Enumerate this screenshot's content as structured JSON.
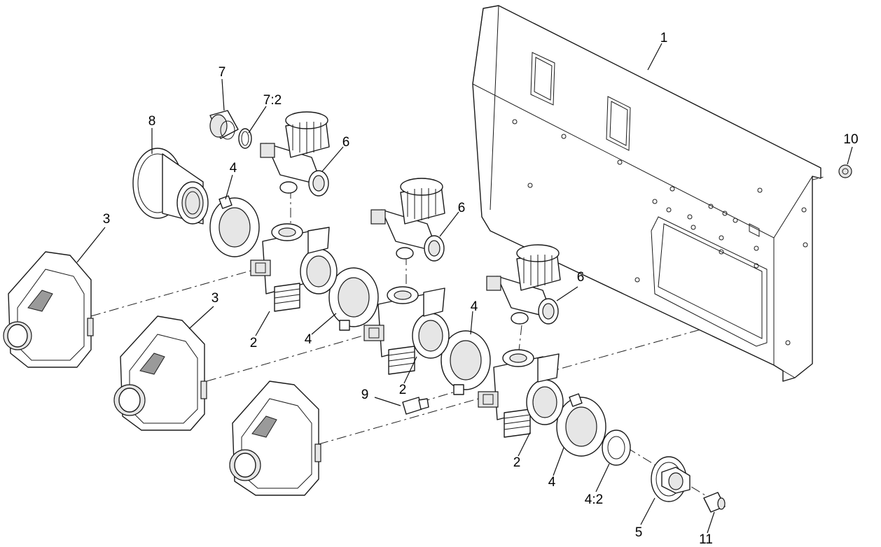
{
  "callouts": [
    {
      "id": "c1",
      "text": "1"
    },
    {
      "id": "c2a",
      "text": "2"
    },
    {
      "id": "c2b",
      "text": "2"
    },
    {
      "id": "c2c",
      "text": "2"
    },
    {
      "id": "c3a",
      "text": "3"
    },
    {
      "id": "c3b",
      "text": "3"
    },
    {
      "id": "c4a",
      "text": "4"
    },
    {
      "id": "c4b",
      "text": "4"
    },
    {
      "id": "c4c",
      "text": "4"
    },
    {
      "id": "c4d",
      "text": "4"
    },
    {
      "id": "c4e",
      "text": "4:2"
    },
    {
      "id": "c5",
      "text": "5"
    },
    {
      "id": "c6a",
      "text": "6"
    },
    {
      "id": "c6b",
      "text": "6"
    },
    {
      "id": "c6c",
      "text": "6"
    },
    {
      "id": "c7",
      "text": "7"
    },
    {
      "id": "c7b",
      "text": "7:2"
    },
    {
      "id": "c8",
      "text": "8"
    },
    {
      "id": "c9",
      "text": "9"
    },
    {
      "id": "c10",
      "text": "10"
    },
    {
      "id": "c11",
      "text": "11"
    }
  ]
}
